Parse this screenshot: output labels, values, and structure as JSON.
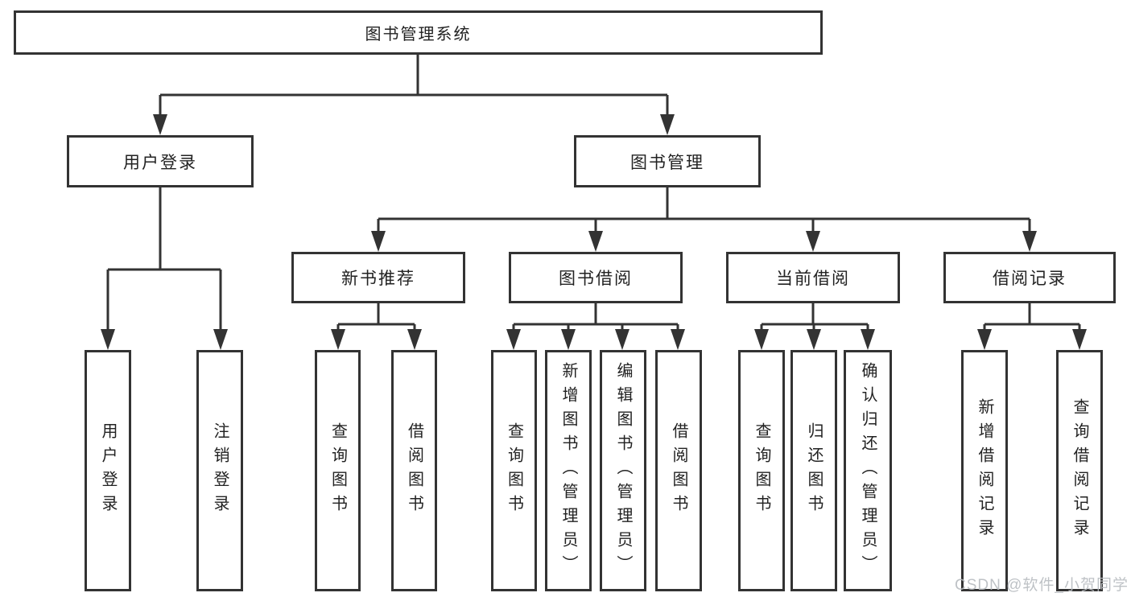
{
  "diagram": {
    "root": {
      "label": "图书管理系统"
    },
    "branches": [
      {
        "label": "用户登录",
        "children": [
          {
            "label": "用户登录"
          },
          {
            "label": "注销登录"
          }
        ]
      },
      {
        "label": "图书管理",
        "children": [
          {
            "label": "新书推荐",
            "children": [
              {
                "label": "查询图书"
              },
              {
                "label": "借阅图书"
              }
            ]
          },
          {
            "label": "图书借阅",
            "children": [
              {
                "label": "查询图书"
              },
              {
                "label": "新增图书（管理员）"
              },
              {
                "label": "编辑图书（管理员）"
              },
              {
                "label": "借阅图书"
              }
            ]
          },
          {
            "label": "当前借阅",
            "children": [
              {
                "label": "查询图书"
              },
              {
                "label": "归还图书"
              },
              {
                "label": "确认归还（管理员）"
              }
            ]
          },
          {
            "label": "借阅记录",
            "children": [
              {
                "label": "新增借阅记录"
              },
              {
                "label": "查询借阅记录"
              }
            ]
          }
        ]
      }
    ]
  },
  "watermark": {
    "text": "CSDN @软件_小贺同学"
  },
  "colors": {
    "line": "#333333",
    "text": "#222222",
    "background": "#ffffff",
    "watermark": "#b8bcc0"
  }
}
